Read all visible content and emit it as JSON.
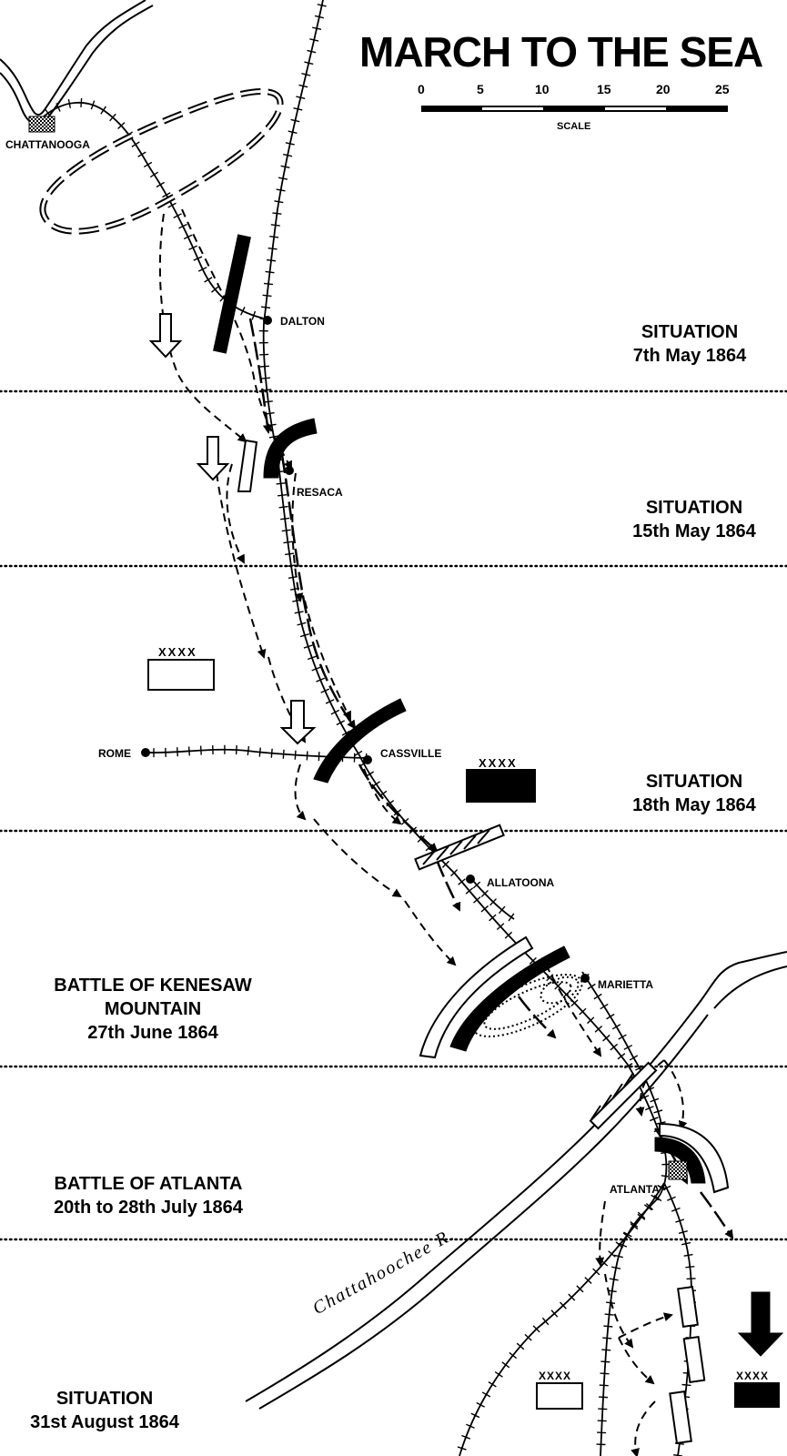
{
  "map": {
    "title": "MARCH TO THE SEA",
    "scale": {
      "ticks": [
        "0",
        "5",
        "10",
        "15",
        "20",
        "25"
      ],
      "label": "SCALE"
    },
    "towns": {
      "chattanooga": "CHATTANOOGA",
      "dalton": "DALTON",
      "resaca": "RESACA",
      "rome": "ROME",
      "cassville": "CASSVILLE",
      "allatoona": "ALLATOONA",
      "marietta": "MARIETTA",
      "atlanta": "ATLANTA"
    },
    "river": "Chattahoochee R.",
    "unit_symbol": "XXXX",
    "periods": [
      {
        "line1": "SITUATION",
        "line2": "7th May 1864"
      },
      {
        "line1": "SITUATION",
        "line2": "15th May 1864"
      },
      {
        "line1": "SITUATION",
        "line2": "18th May 1864"
      },
      {
        "line1": "BATTLE OF KENESAW",
        "line2": "MOUNTAIN",
        "line3": "27th June 1864"
      },
      {
        "line1": "BATTLE OF ATLANTA",
        "line2": "20th to 28th July 1864"
      },
      {
        "line1": "SITUATION",
        "line2": "31st August 1864"
      }
    ],
    "colors": {
      "ink": "#000000",
      "paper": "#ffffff"
    }
  }
}
